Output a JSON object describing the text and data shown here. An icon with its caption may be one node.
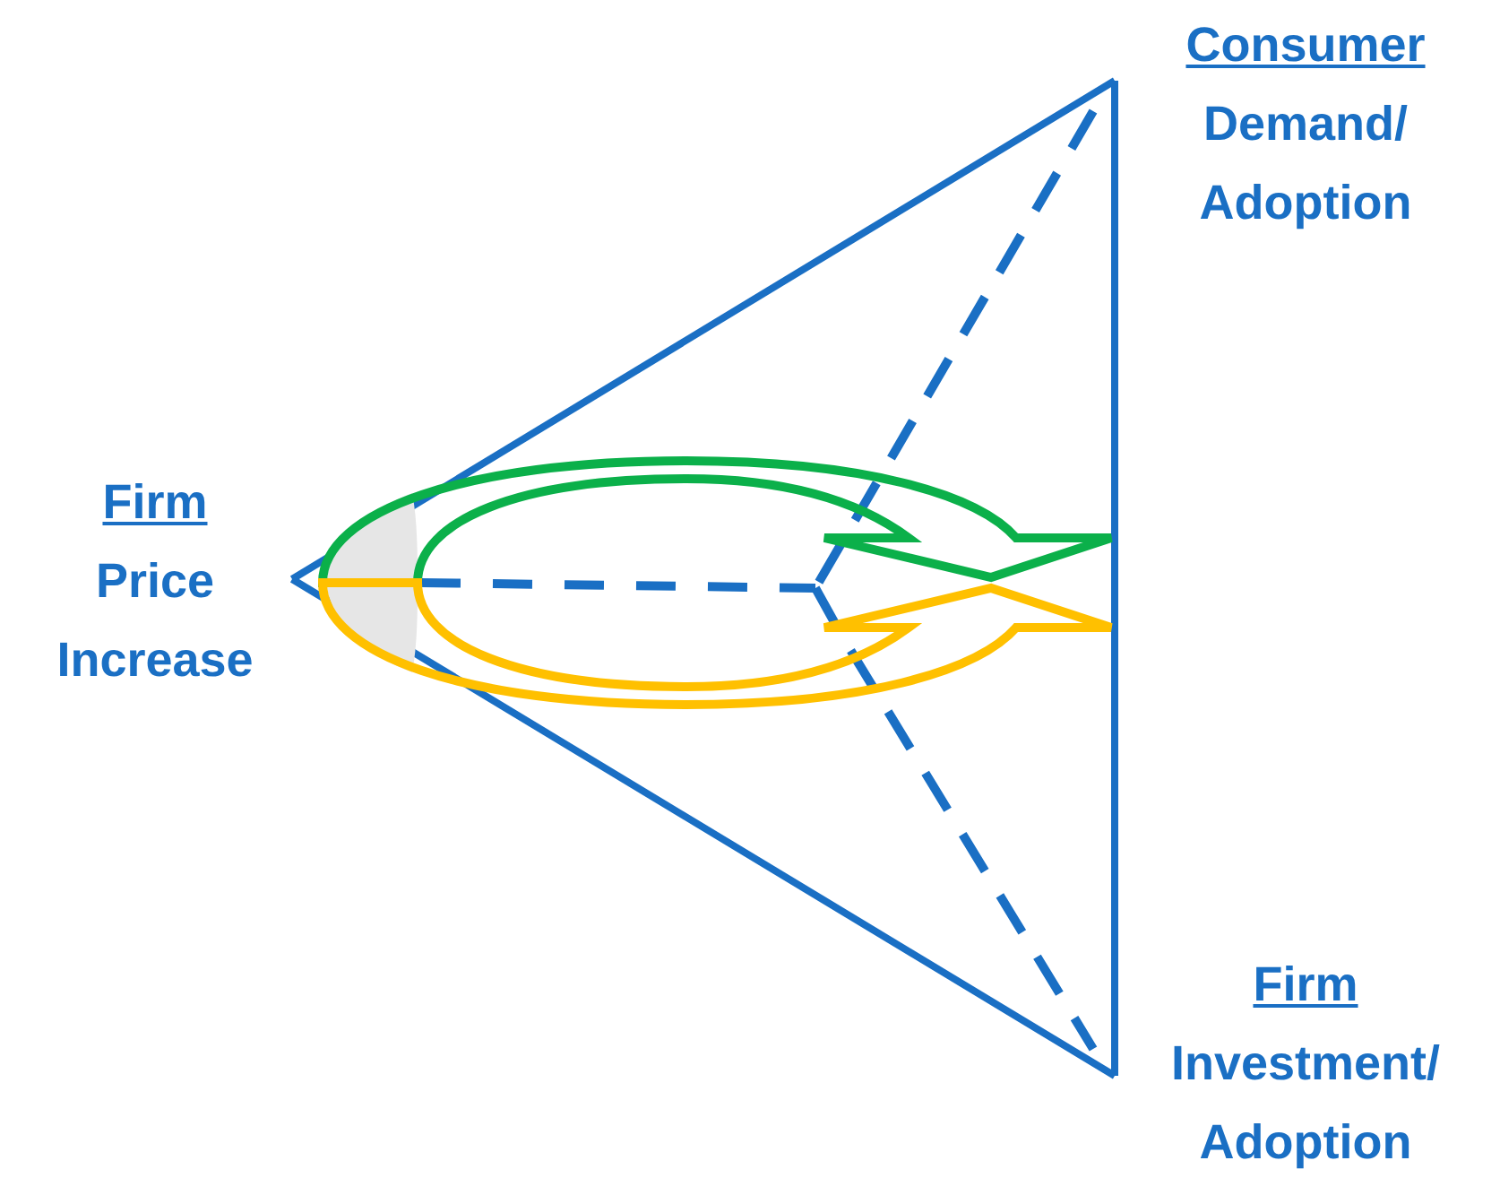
{
  "diagram": {
    "nodes": [
      {
        "text": [
          "Firm",
          "Price Increase"
        ]
      },
      {
        "text": [
          "Consumer",
          "Demand/ Adoption"
        ]
      },
      {
        "text": [
          "Firm",
          "Investment/ Adoption"
        ]
      }
    ],
    "edges": [
      {
        "from": 0,
        "to": 1,
        "arrow": "none"
      },
      {
        "from": 1,
        "to": 2,
        "arrow": "none"
      },
      {
        "from": 2,
        "to": 0,
        "arrow": "none"
      }
    ]
  }
}
